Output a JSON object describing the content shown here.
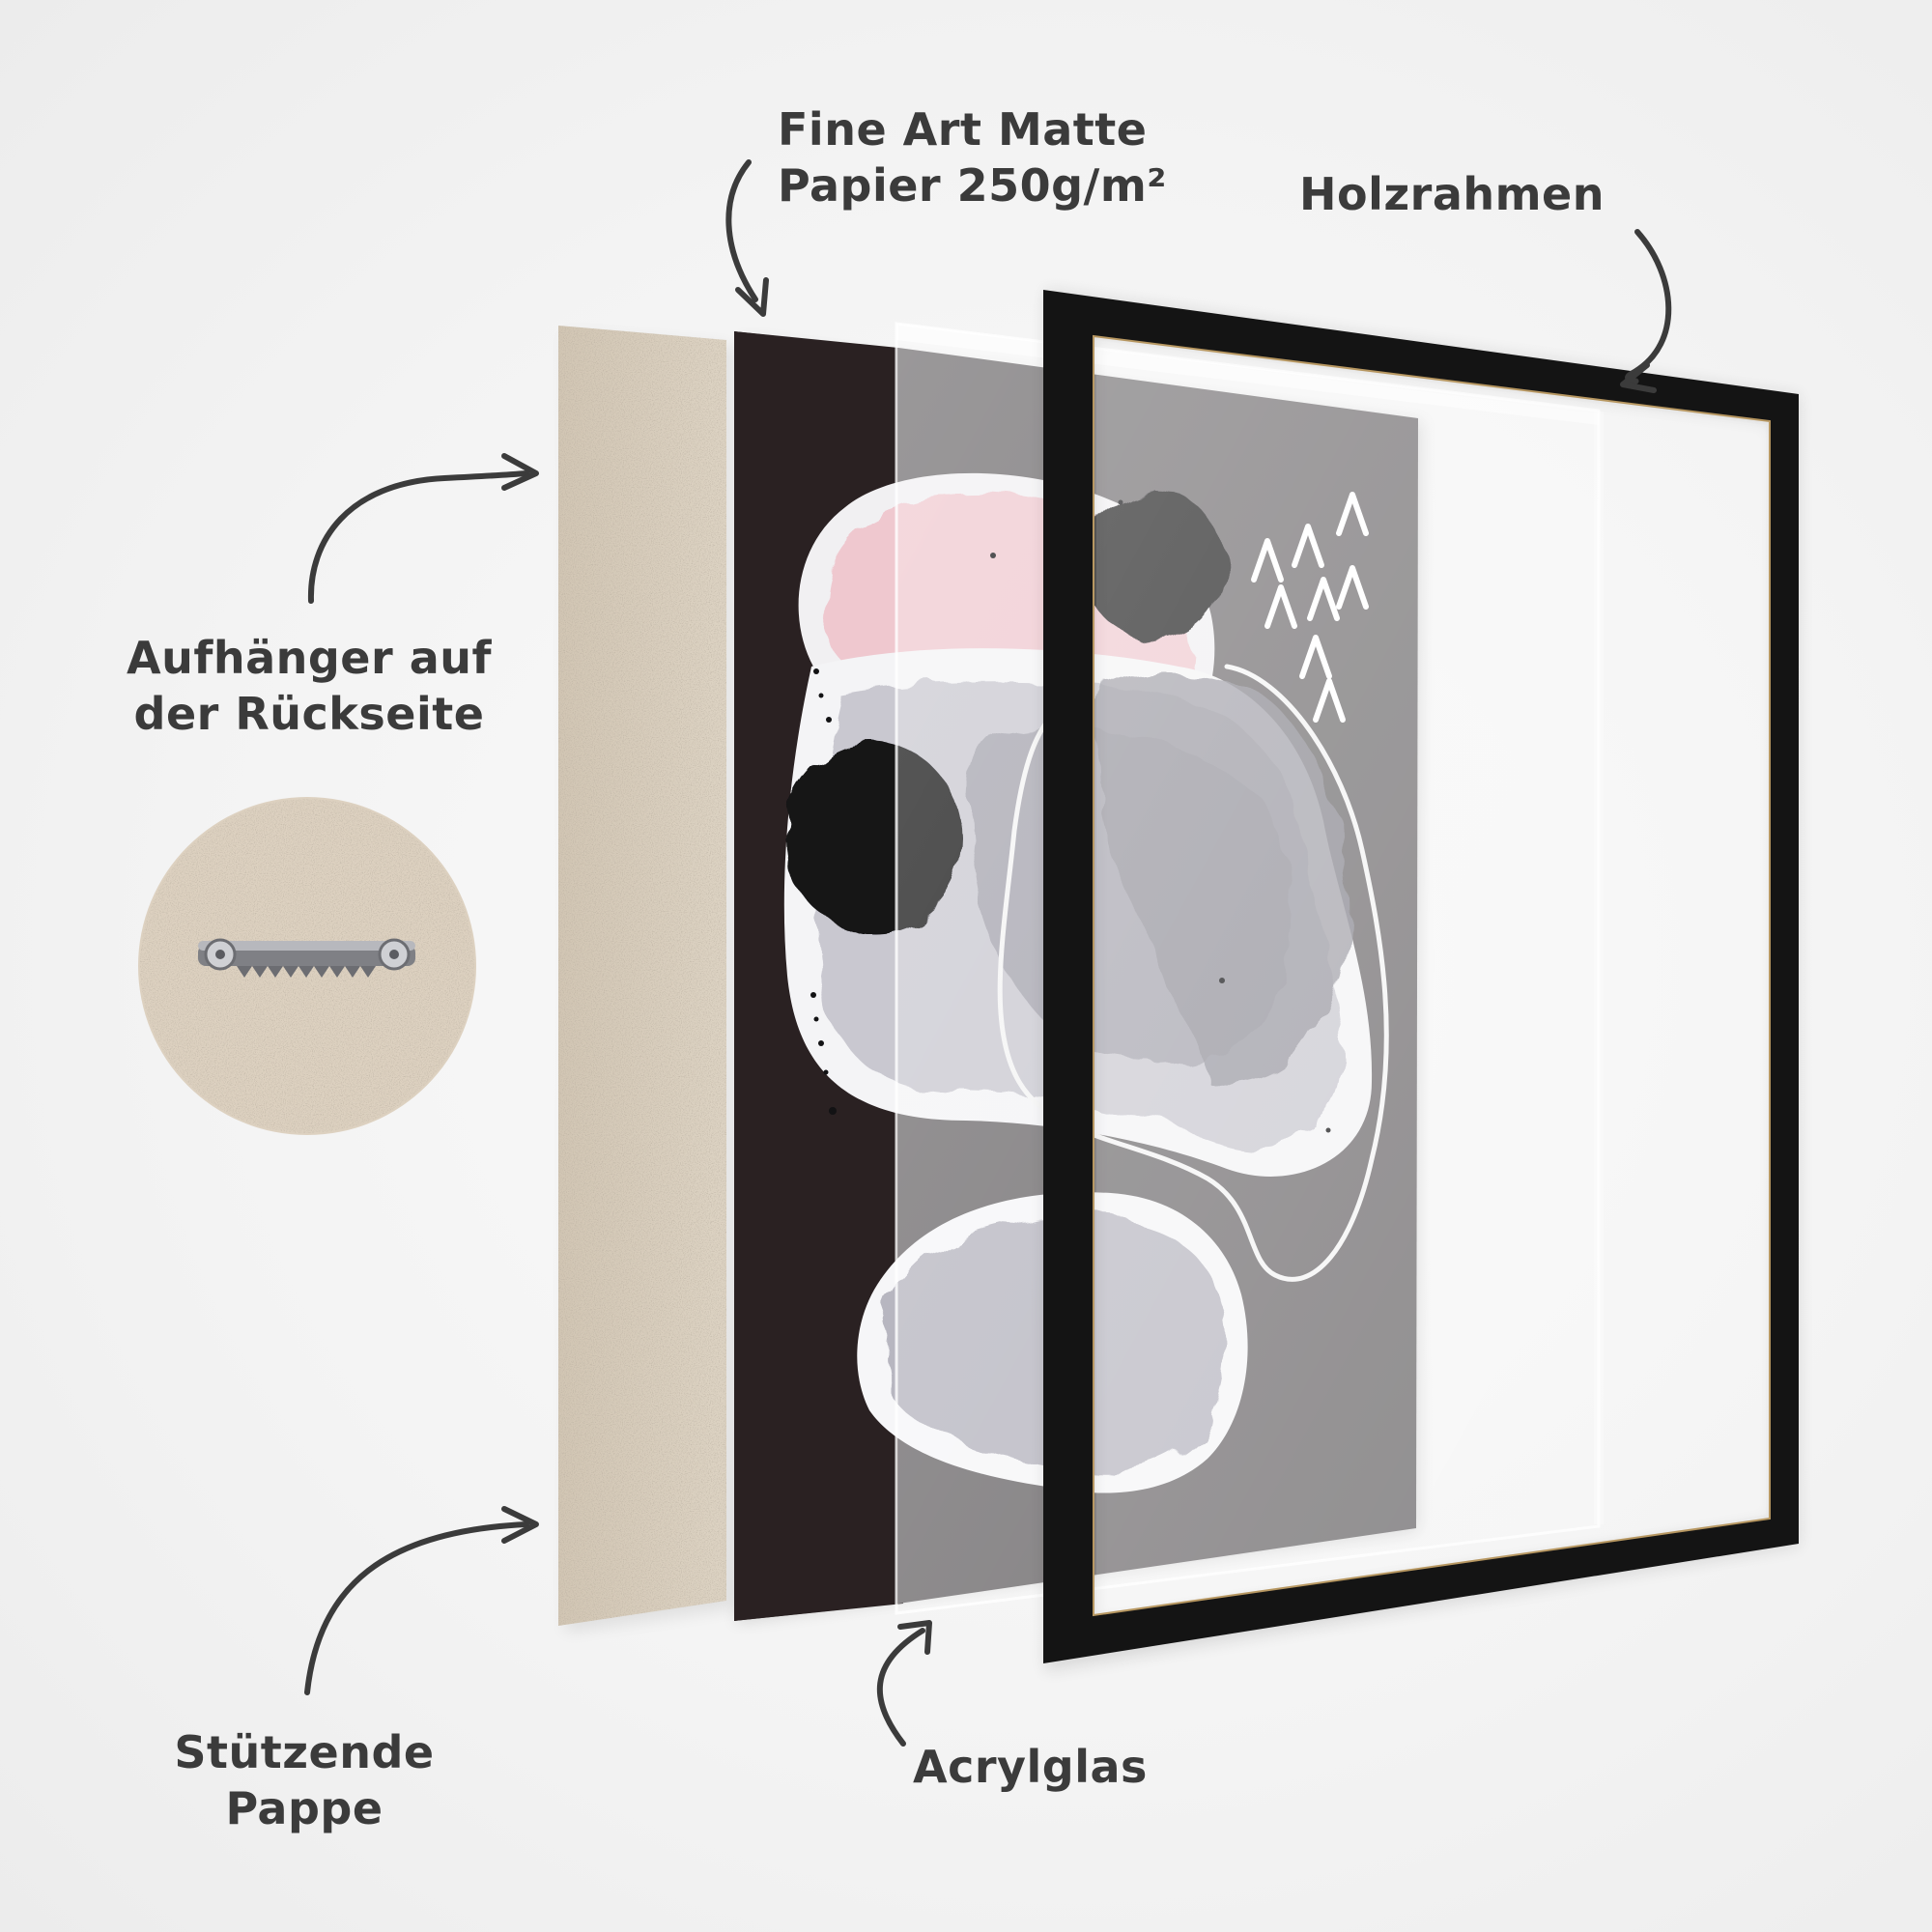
{
  "labels": {
    "hanger": [
      "Aufhänger auf",
      "der Rückseite"
    ],
    "paper": [
      "Fine Art Matte",
      "Papier 250g/m²"
    ],
    "frame": [
      "Holzrahmen"
    ],
    "backing": [
      "Stützende",
      "Pappe"
    ],
    "glass": [
      "Acrylglas"
    ]
  },
  "colors": {
    "background": "#f3f3f3",
    "text": "#3b3b3b",
    "arrow": "#3b3b3b",
    "cardboard": "#d8cdbd",
    "print_dark": "#231c1c",
    "print_gray": "#6f6c6e",
    "frame": "#141414",
    "blob_pink": "#efc4cc",
    "blob_gray": "#b9b8c1",
    "ink": "#121214"
  },
  "icons": {
    "hanger_closeup": "sawtooth-hanger-icon",
    "arrows": "curved-arrow-icon"
  }
}
